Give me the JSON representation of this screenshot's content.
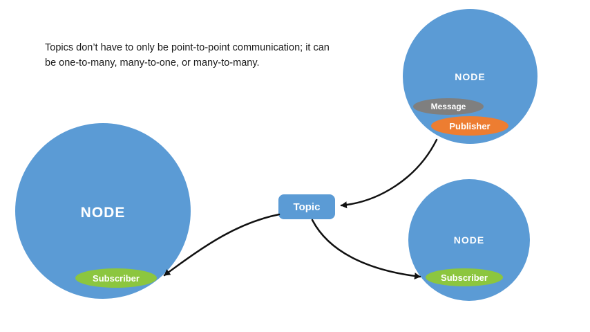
{
  "description": "Topics don’t have to only be point-to-point communication; it can be one-to-many, many-to-one, or many-to-many.",
  "topic": {
    "label": "Topic"
  },
  "nodes": {
    "left": {
      "label": "NODE",
      "subscriber_label": "Subscriber"
    },
    "top_right": {
      "label": "NODE",
      "message_label": "Message",
      "publisher_label": "Publisher"
    },
    "bottom_right": {
      "label": "NODE",
      "subscriber_label": "Subscriber"
    }
  },
  "colors": {
    "node_blue": "#5B9BD5",
    "subscriber_green": "#8CC63F",
    "publisher_orange": "#ED7D31",
    "message_gray": "#7F7F7F",
    "topic_blue": "#5B9BD5",
    "arrow_black": "#111111",
    "background": "#FFFFFF"
  }
}
